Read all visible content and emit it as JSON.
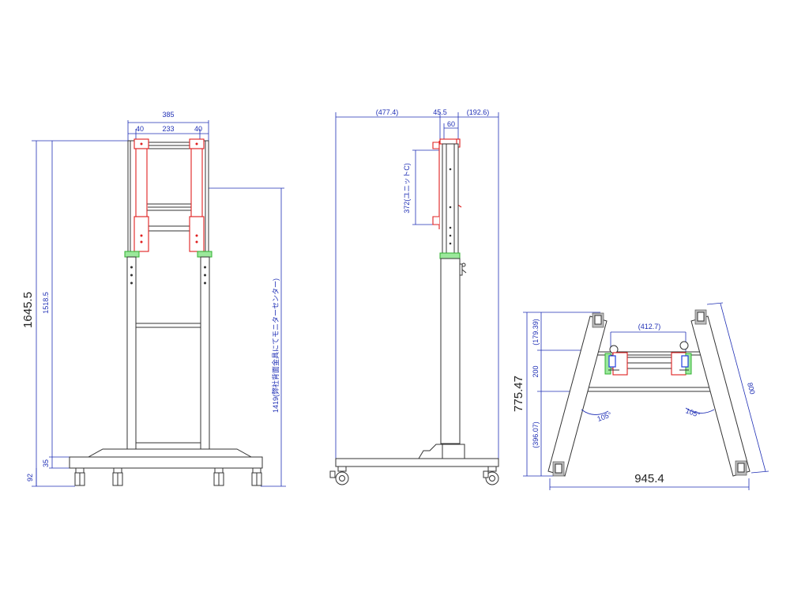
{
  "front_view": {
    "width_total": "385",
    "width_left": "40",
    "width_middle": "233",
    "width_right": "40",
    "height_total": "1645.5",
    "height_upper": "1518.5",
    "height_base": "35",
    "height_caster": "92",
    "monitor_center_note": "1419(弊社背面金具にてモニターセンター)"
  },
  "side_view": {
    "depth_front": "(477.4)",
    "depth_post": "45.5",
    "depth_rear": "(192.6)",
    "bracket_width": "60",
    "unit_height": "372(ユニットC)"
  },
  "top_view": {
    "depth_total": "775.47",
    "depth_front": "(179.39)",
    "depth_middle": "200",
    "depth_rear": "(396.07)",
    "width_total": "945.4",
    "inner_span": "(412.7)",
    "leg_length": "800",
    "angle_left": "105°",
    "angle_right": "105°"
  }
}
